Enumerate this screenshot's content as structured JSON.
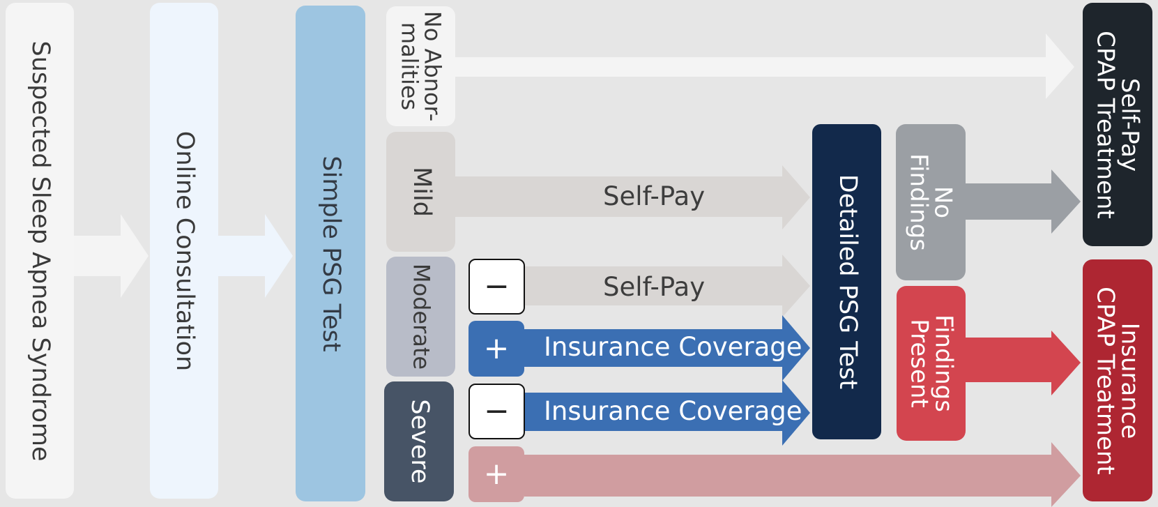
{
  "colors": {
    "background": "#e6e6e6",
    "suspected": "#f5f5f5",
    "online": "#eef5fd",
    "simple": "#9dc5e1",
    "no_abnormalities": "#f4f4f4",
    "mild": "#d9d6d4",
    "moderate": "#b8bcc8",
    "severe": "#475466",
    "detailed": "#12294b",
    "no_findings": "#9b9fa4",
    "findings_present": "#d3454f",
    "selfpay_cpap": "#1e252c",
    "insurance_cpap": "#ae2632",
    "arrow_selfpay": "#d9d6d4",
    "arrow_insurance": "#3b6fb3",
    "arrow_severe_direct": "#d09da0"
  },
  "nodes": {
    "suspected": "Suspected Sleep Apnea Syndrome",
    "online": "Online Consultation",
    "simple_psg": "Simple PSG Test",
    "no_abnormalities": [
      "No Abnor-",
      "malities"
    ],
    "mild": "Mild",
    "moderate": "Moderate",
    "severe": "Severe",
    "detailed_psg": "Detailed PSG Test",
    "no_findings": [
      "No",
      "Findings"
    ],
    "findings_present": [
      "Findings",
      "Present"
    ],
    "selfpay_cpap": [
      "Self-Pay",
      "CPAP Treatment"
    ],
    "insurance_cpap": [
      "Insurance",
      "CPAP Treatment"
    ]
  },
  "edges": {
    "mild_selfpay": "Self-Pay",
    "moderate_selfpay": "Self-Pay",
    "moderate_insurance": "Insurance Coverage",
    "severe_insurance": "Insurance Coverage"
  },
  "symbols": {
    "minus": "−",
    "plus": "+"
  }
}
